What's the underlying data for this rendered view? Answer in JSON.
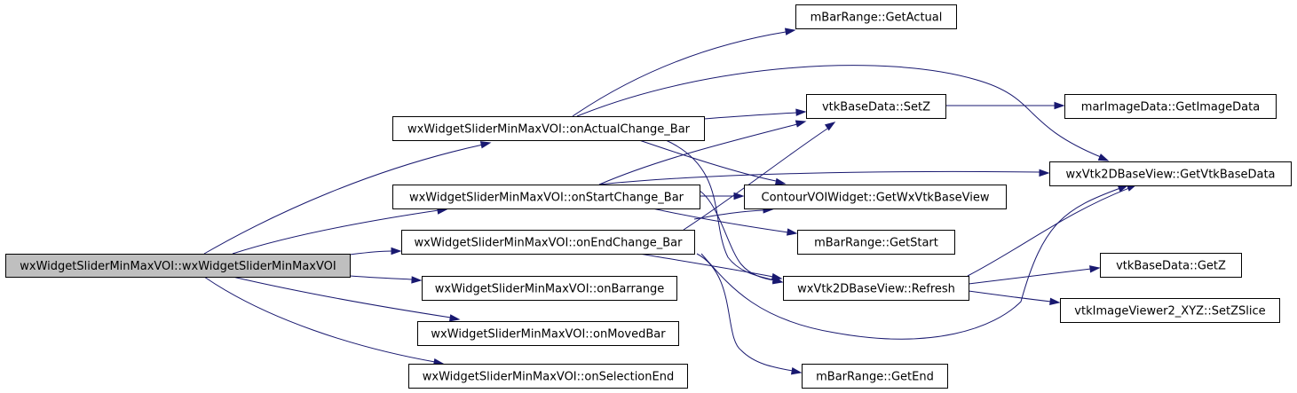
{
  "diagram": {
    "nodes": {
      "root": "wxWidgetSliderMinMaxVOI::wxWidgetSliderMinMaxVOI",
      "onActualChange": "wxWidgetSliderMinMaxVOI::onActualChange_Bar",
      "onStartChange": "wxWidgetSliderMinMaxVOI::onStartChange_Bar",
      "onEndChange": "wxWidgetSliderMinMaxVOI::onEndChange_Bar",
      "onBarrange": "wxWidgetSliderMinMaxVOI::onBarrange",
      "onMovedBar": "wxWidgetSliderMinMaxVOI::onMovedBar",
      "onSelectionEnd": "wxWidgetSliderMinMaxVOI::onSelectionEnd",
      "getActual": "mBarRange::GetActual",
      "setZ": "vtkBaseData::SetZ",
      "getWxVtkBaseView": "ContourVOIWidget::GetWxVtkBaseView",
      "getStart": "mBarRange::GetStart",
      "refresh": "wxVtk2DBaseView::Refresh",
      "getEnd": "mBarRange::GetEnd",
      "getImageData": "marImageData::GetImageData",
      "getVtkBaseData": "wxVtk2DBaseView::GetVtkBaseData",
      "getZ": "vtkBaseData::GetZ",
      "setZSlice": "vtkImageViewer2_XYZ::SetZSlice"
    },
    "edges": [
      [
        "root",
        "onActualChange"
      ],
      [
        "root",
        "onStartChange"
      ],
      [
        "root",
        "onEndChange"
      ],
      [
        "root",
        "onBarrange"
      ],
      [
        "root",
        "onMovedBar"
      ],
      [
        "root",
        "onSelectionEnd"
      ],
      [
        "onActualChange",
        "getActual"
      ],
      [
        "onActualChange",
        "setZ"
      ],
      [
        "onActualChange",
        "getWxVtkBaseView"
      ],
      [
        "onActualChange",
        "refresh"
      ],
      [
        "onActualChange",
        "getVtkBaseData"
      ],
      [
        "onStartChange",
        "setZ"
      ],
      [
        "onStartChange",
        "getWxVtkBaseView"
      ],
      [
        "onStartChange",
        "getStart"
      ],
      [
        "onStartChange",
        "refresh"
      ],
      [
        "onStartChange",
        "getVtkBaseData"
      ],
      [
        "onEndChange",
        "setZ"
      ],
      [
        "onEndChange",
        "getWxVtkBaseView"
      ],
      [
        "onEndChange",
        "refresh"
      ],
      [
        "onEndChange",
        "getEnd"
      ],
      [
        "onEndChange",
        "getVtkBaseData"
      ],
      [
        "setZ",
        "getImageData"
      ],
      [
        "refresh",
        "getVtkBaseData"
      ],
      [
        "refresh",
        "getZ"
      ],
      [
        "refresh",
        "setZSlice"
      ]
    ]
  }
}
